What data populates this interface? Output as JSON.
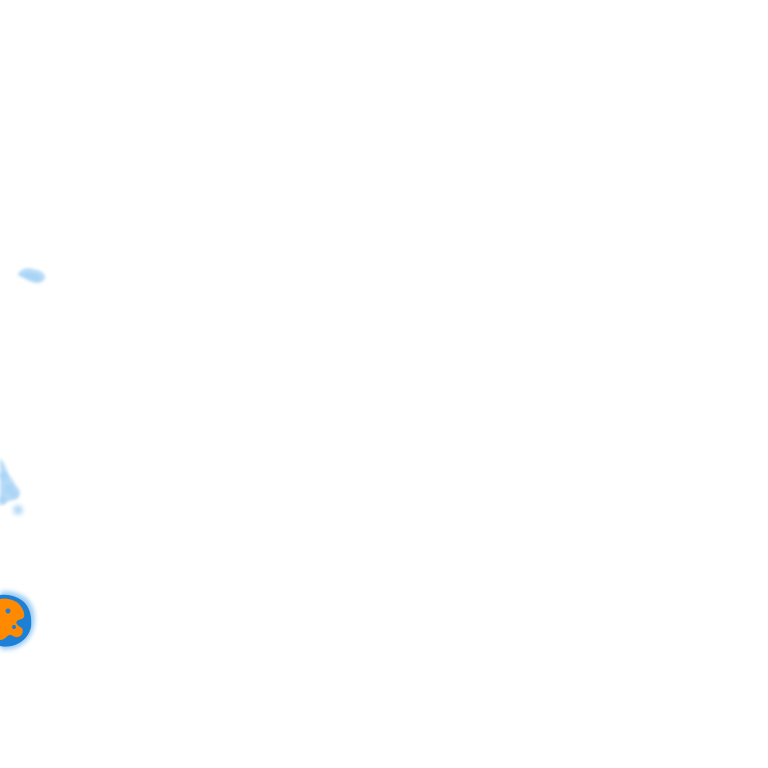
{
  "map": {
    "background_color": "#ffffff",
    "layers": [
      {
        "id": "low-intensity-patch",
        "intensity": "low",
        "fill_color": "#a9d4f5",
        "stroke_color": "#cfe6fa"
      },
      {
        "id": "low-intensity-cluster",
        "intensity": "low",
        "fill_color": "#a9d4f5",
        "stroke_color": "#cfe6fa"
      },
      {
        "id": "high-intensity-cell",
        "intensity": "high",
        "fill_color": "#ff8a00",
        "ring_color": "#1e7fd6",
        "halo_color": "#9ccdf3"
      }
    ]
  }
}
